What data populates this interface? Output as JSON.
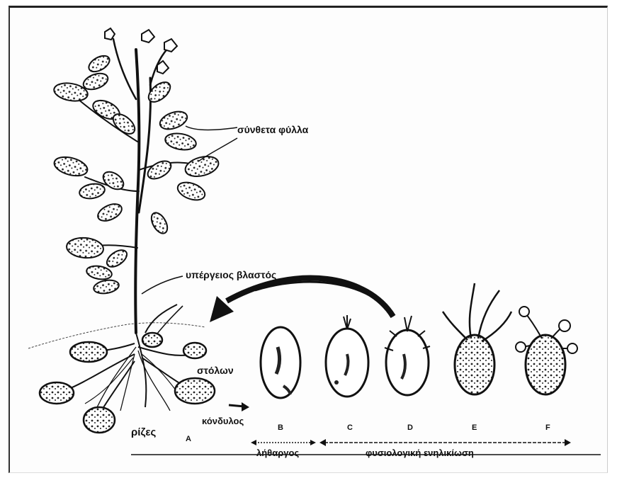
{
  "labels": {
    "compound_leaves": "σύνθετα φύλλα",
    "aerial_stem": "υπέργειος βλαστός",
    "stolon": "στόλων",
    "tuber": "κόνδυλος",
    "roots": "ρίζες"
  },
  "stages": [
    "A",
    "B",
    "C",
    "D",
    "E",
    "F"
  ],
  "phases": {
    "dormancy": "λήθαργος",
    "physiological_age": "φυσιολογική ενηλικίωση"
  }
}
